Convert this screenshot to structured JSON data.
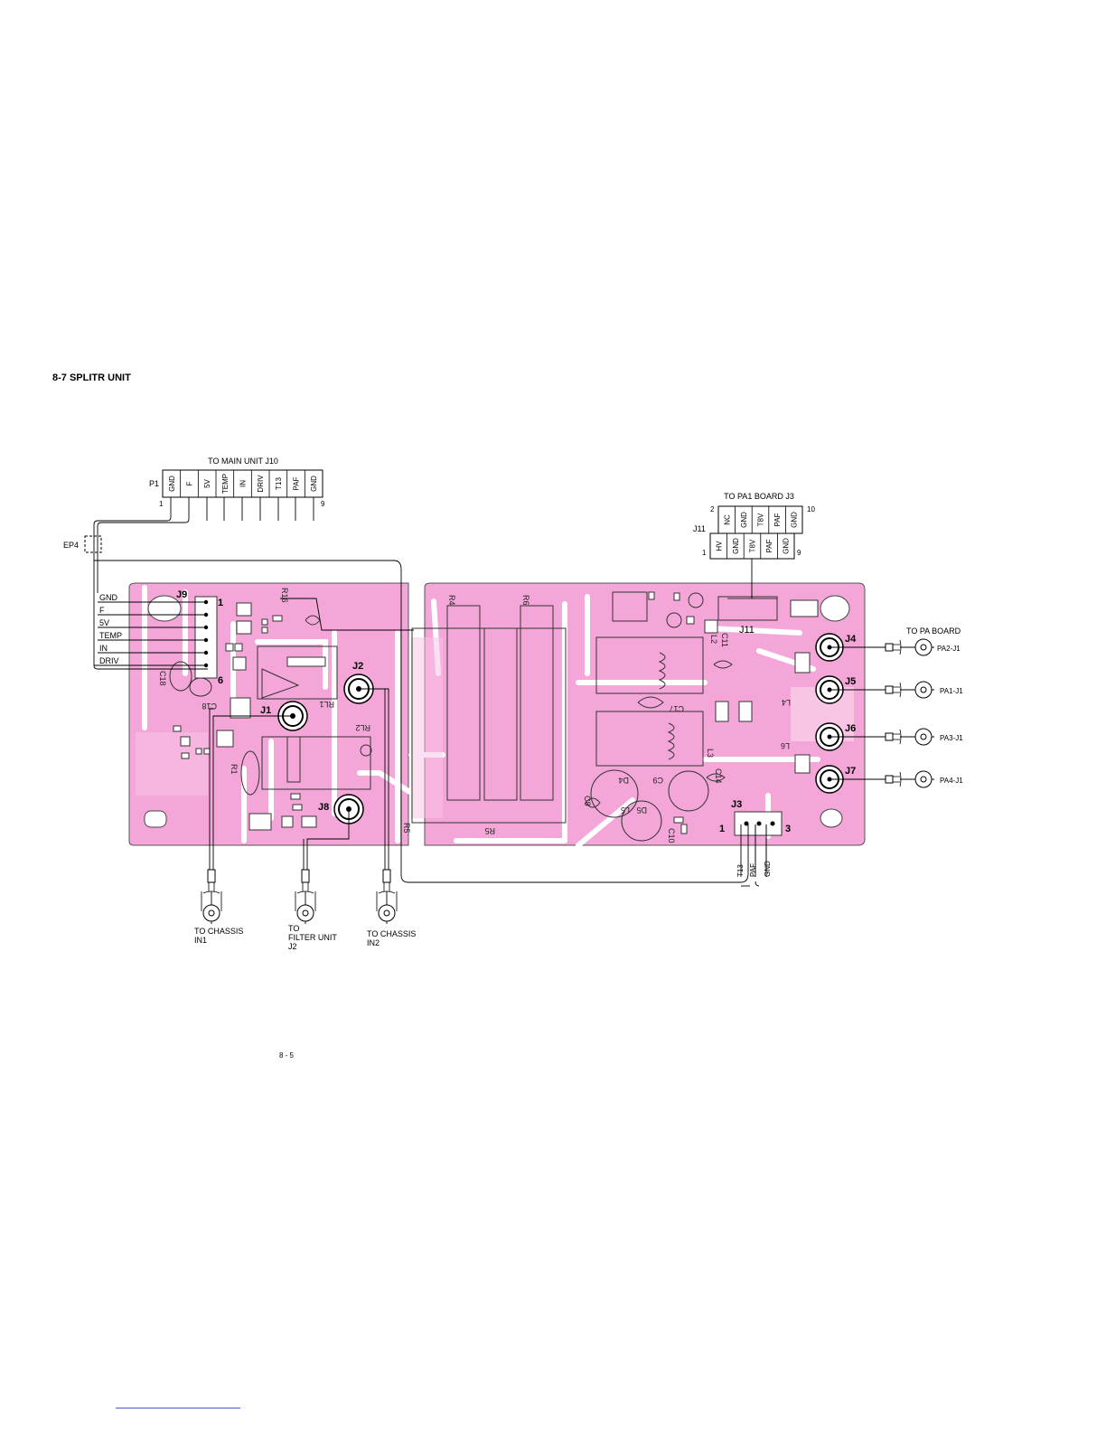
{
  "section_title": "8-7  SPLITR UNIT",
  "page_number": "8 - 5",
  "colors": {
    "board": "#f4a6d8",
    "trace": "#1a1a1a",
    "hatch": "#ffffff",
    "footer_line": "#4a5cc8"
  },
  "p1": {
    "heading": "TO MAIN UNIT J10",
    "ref": "P1",
    "first_pin": "1",
    "last_pin": "9",
    "pins": [
      "GND",
      "F",
      "5V",
      "TEMP",
      "IN",
      "DRIV",
      "T13",
      "PAF",
      "GND"
    ]
  },
  "ep4": "EP4",
  "j9": {
    "ref": "J9",
    "first_pin": "1",
    "last_pin": "6",
    "wires": [
      "GND",
      "F",
      "5V",
      "TEMP",
      "IN",
      "DRIV"
    ]
  },
  "j11": {
    "heading": "TO PA1 BOARD J3",
    "ref": "J11",
    "board_ref": "J11",
    "even_first": "2",
    "even_last": "10",
    "odd_first": "1",
    "odd_last": "9",
    "top_row": [
      "NC",
      "GND",
      "T8V",
      "PAF",
      "GND"
    ],
    "bottom_row": [
      "HV",
      "GND",
      "T8V",
      "PAF",
      "GND"
    ]
  },
  "pa_outputs": {
    "heading": "TO PA BOARD",
    "jacks": [
      {
        "ref": "J4",
        "target": "PA2-J1"
      },
      {
        "ref": "J5",
        "target": "PA1-J1"
      },
      {
        "ref": "J6",
        "target": "PA3-J1"
      },
      {
        "ref": "J7",
        "target": "PA4-J1"
      }
    ]
  },
  "j3": {
    "ref": "J3",
    "first_pin": "1",
    "last_pin": "3",
    "wires": [
      "T13",
      "PAF",
      "GND"
    ]
  },
  "coax_connectors": [
    {
      "ref": "J1"
    },
    {
      "ref": "J2"
    },
    {
      "ref": "J8"
    }
  ],
  "bottom_labels": [
    [
      "TO CHASSIS",
      "IN1"
    ],
    [
      "TO",
      "FILTER UNIT",
      "J2"
    ],
    [
      "TO CHASSIS",
      "IN2"
    ]
  ],
  "silkscreen": {
    "c18a": "C18",
    "c18b": "C18",
    "r16": "R16",
    "r1": "R1",
    "rl1": "RL1",
    "rl2": "RL2",
    "r4": "R4",
    "r6": "R6",
    "r5a": "R5",
    "r5b": "R5",
    "c17": "C17",
    "c9": "C9",
    "d4": "D4",
    "l5": "L5",
    "d5": "D5",
    "c8": "C8",
    "l4": "L4",
    "l6": "L6",
    "l3": "L3",
    "c14": "C14",
    "c11": "C11",
    "l2": "L2",
    "c10": "C10"
  }
}
